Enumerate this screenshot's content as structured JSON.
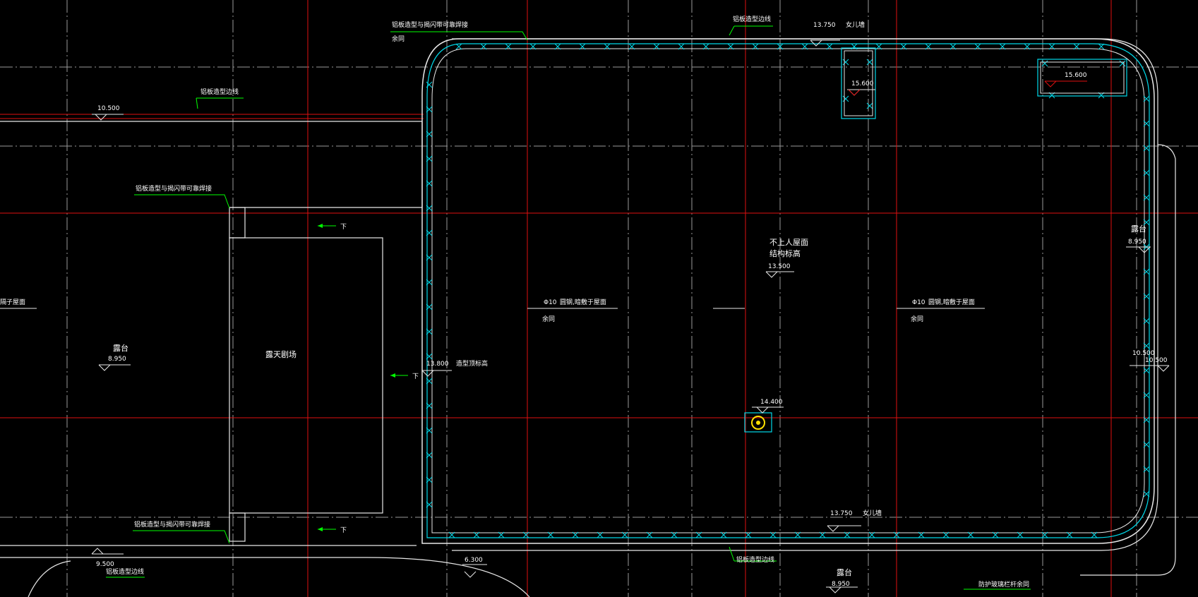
{
  "colors": {
    "background": "#000000",
    "grid_red": "#e01010",
    "wall_cyan": "#00d8e8",
    "leader_green": "#00ff00",
    "outline_white": "#e8e8e8",
    "grid_gray": "#a0a0a0",
    "marker_yellow": "#ffe000"
  },
  "annotations": {
    "al_panel_joint_top": "铝板造型与揭闪带可靠焊接",
    "same_left_top": "余同",
    "al_panel_edge_top": "铝板造型边线",
    "elev_13750_top": "13.750",
    "parapet_top": "女儿墙",
    "elev_10500_left": "10.500",
    "al_panel_edge_left": "铝板造型边线",
    "al_panel_joint_mid": "铝板造型与揭闪带可靠焊接",
    "elev_15600_a": "15.600",
    "elev_15600_b": "15.600",
    "down_1": "下",
    "down_2": "下",
    "down_3": "下",
    "roof_note_left": "隔子屋面",
    "terrace_left": "露台",
    "elev_8950_left": "8.950",
    "open_theater": "露天剧场",
    "elev_13800": "13.800",
    "steel_roof_note": "造型顶标高",
    "no_access_roof": "不上人屋面",
    "structural_elev": "结构标高",
    "elev_13500": "13.500",
    "phi10_left": "Φ10",
    "roundsteel_left": "圆钢,暗敷于屋面",
    "same_mid_left": "余同",
    "phi10_right": "Φ10",
    "roundsteel_right": "圆钢,暗敷于屋面",
    "same_mid_right": "余同",
    "terrace_right": "露台",
    "elev_8950_right": "8.950",
    "elev_10500_right": "10.500",
    "elev_10500_right2": "10.500",
    "elev_14400": "14.400",
    "elev_13750_bottom": "13.750",
    "parapet_bottom": "女儿墙",
    "al_panel_joint_bottom": "铝板造型与揭闪带可靠焊接",
    "elev_9500": "9.500",
    "al_panel_edge_bl": "铝板造型边线",
    "elev_6300": "6.300",
    "al_panel_edge_bottom": "铝板造型边线",
    "terrace_bottom": "露台",
    "elev_8950_bottom": "8.950",
    "guard_glass_railing": "防护玻璃栏杆余同"
  }
}
